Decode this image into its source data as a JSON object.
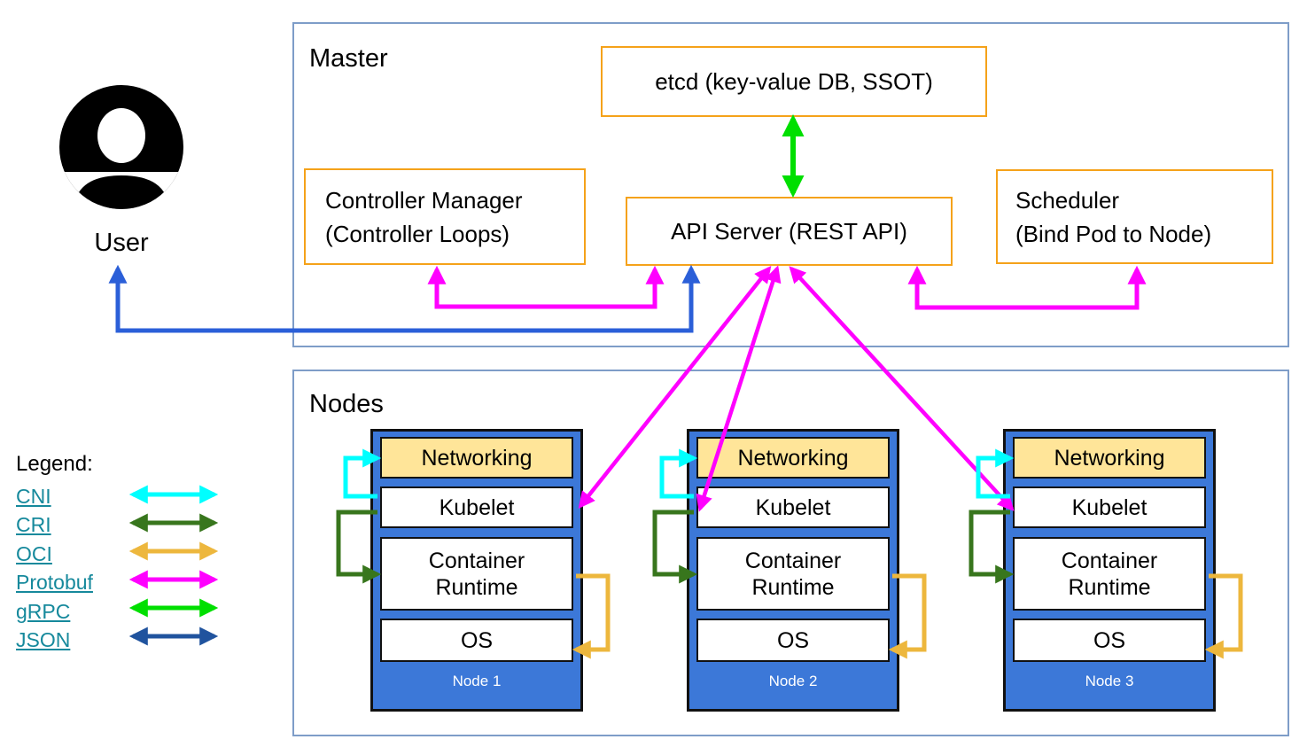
{
  "master": {
    "title": "Master",
    "etcd": {
      "label": "etcd (key-value DB, SSOT)"
    },
    "controller_manager": {
      "line1": "Controller Manager",
      "line2": "(Controller Loops)"
    },
    "api_server": {
      "label": "API Server (REST API)"
    },
    "scheduler": {
      "line1": "Scheduler",
      "line2": "(Bind Pod to Node)"
    }
  },
  "user": {
    "label": "User"
  },
  "nodes_section": {
    "title": "Nodes",
    "nodes": [
      {
        "name": "Node 1"
      },
      {
        "name": "Node 2"
      },
      {
        "name": "Node 3"
      }
    ]
  },
  "layers": {
    "networking": "Networking",
    "kubelet": "Kubelet",
    "runtime_line1": "Container",
    "runtime_line2": "Runtime",
    "os": "OS"
  },
  "legend": {
    "title": "Legend:",
    "items": [
      {
        "label": "CNI",
        "color": "#00FFFF"
      },
      {
        "label": "CRI",
        "color": "#38761D"
      },
      {
        "label": "OCI",
        "color": "#EDB73D"
      },
      {
        "label": "Protobuf",
        "color": "#FF00FF"
      },
      {
        "label": "gRPC",
        "color": "#00DF00"
      },
      {
        "label": "JSON",
        "color": "#20539E"
      }
    ]
  },
  "colors": {
    "magenta": "#FF00FF",
    "cyan": "#00FFFF",
    "dark_green": "#38761D",
    "gold": "#EDB73D",
    "grpc_green": "#00DF00",
    "json_navy": "#20539E",
    "user_blue": "#2B5FD8",
    "node_blue": "#3C78D8",
    "networking_tan": "#FFE599",
    "box_orange": "#F5A21A",
    "frame_blue": "#7E9DC8",
    "link_teal": "#16899C"
  }
}
